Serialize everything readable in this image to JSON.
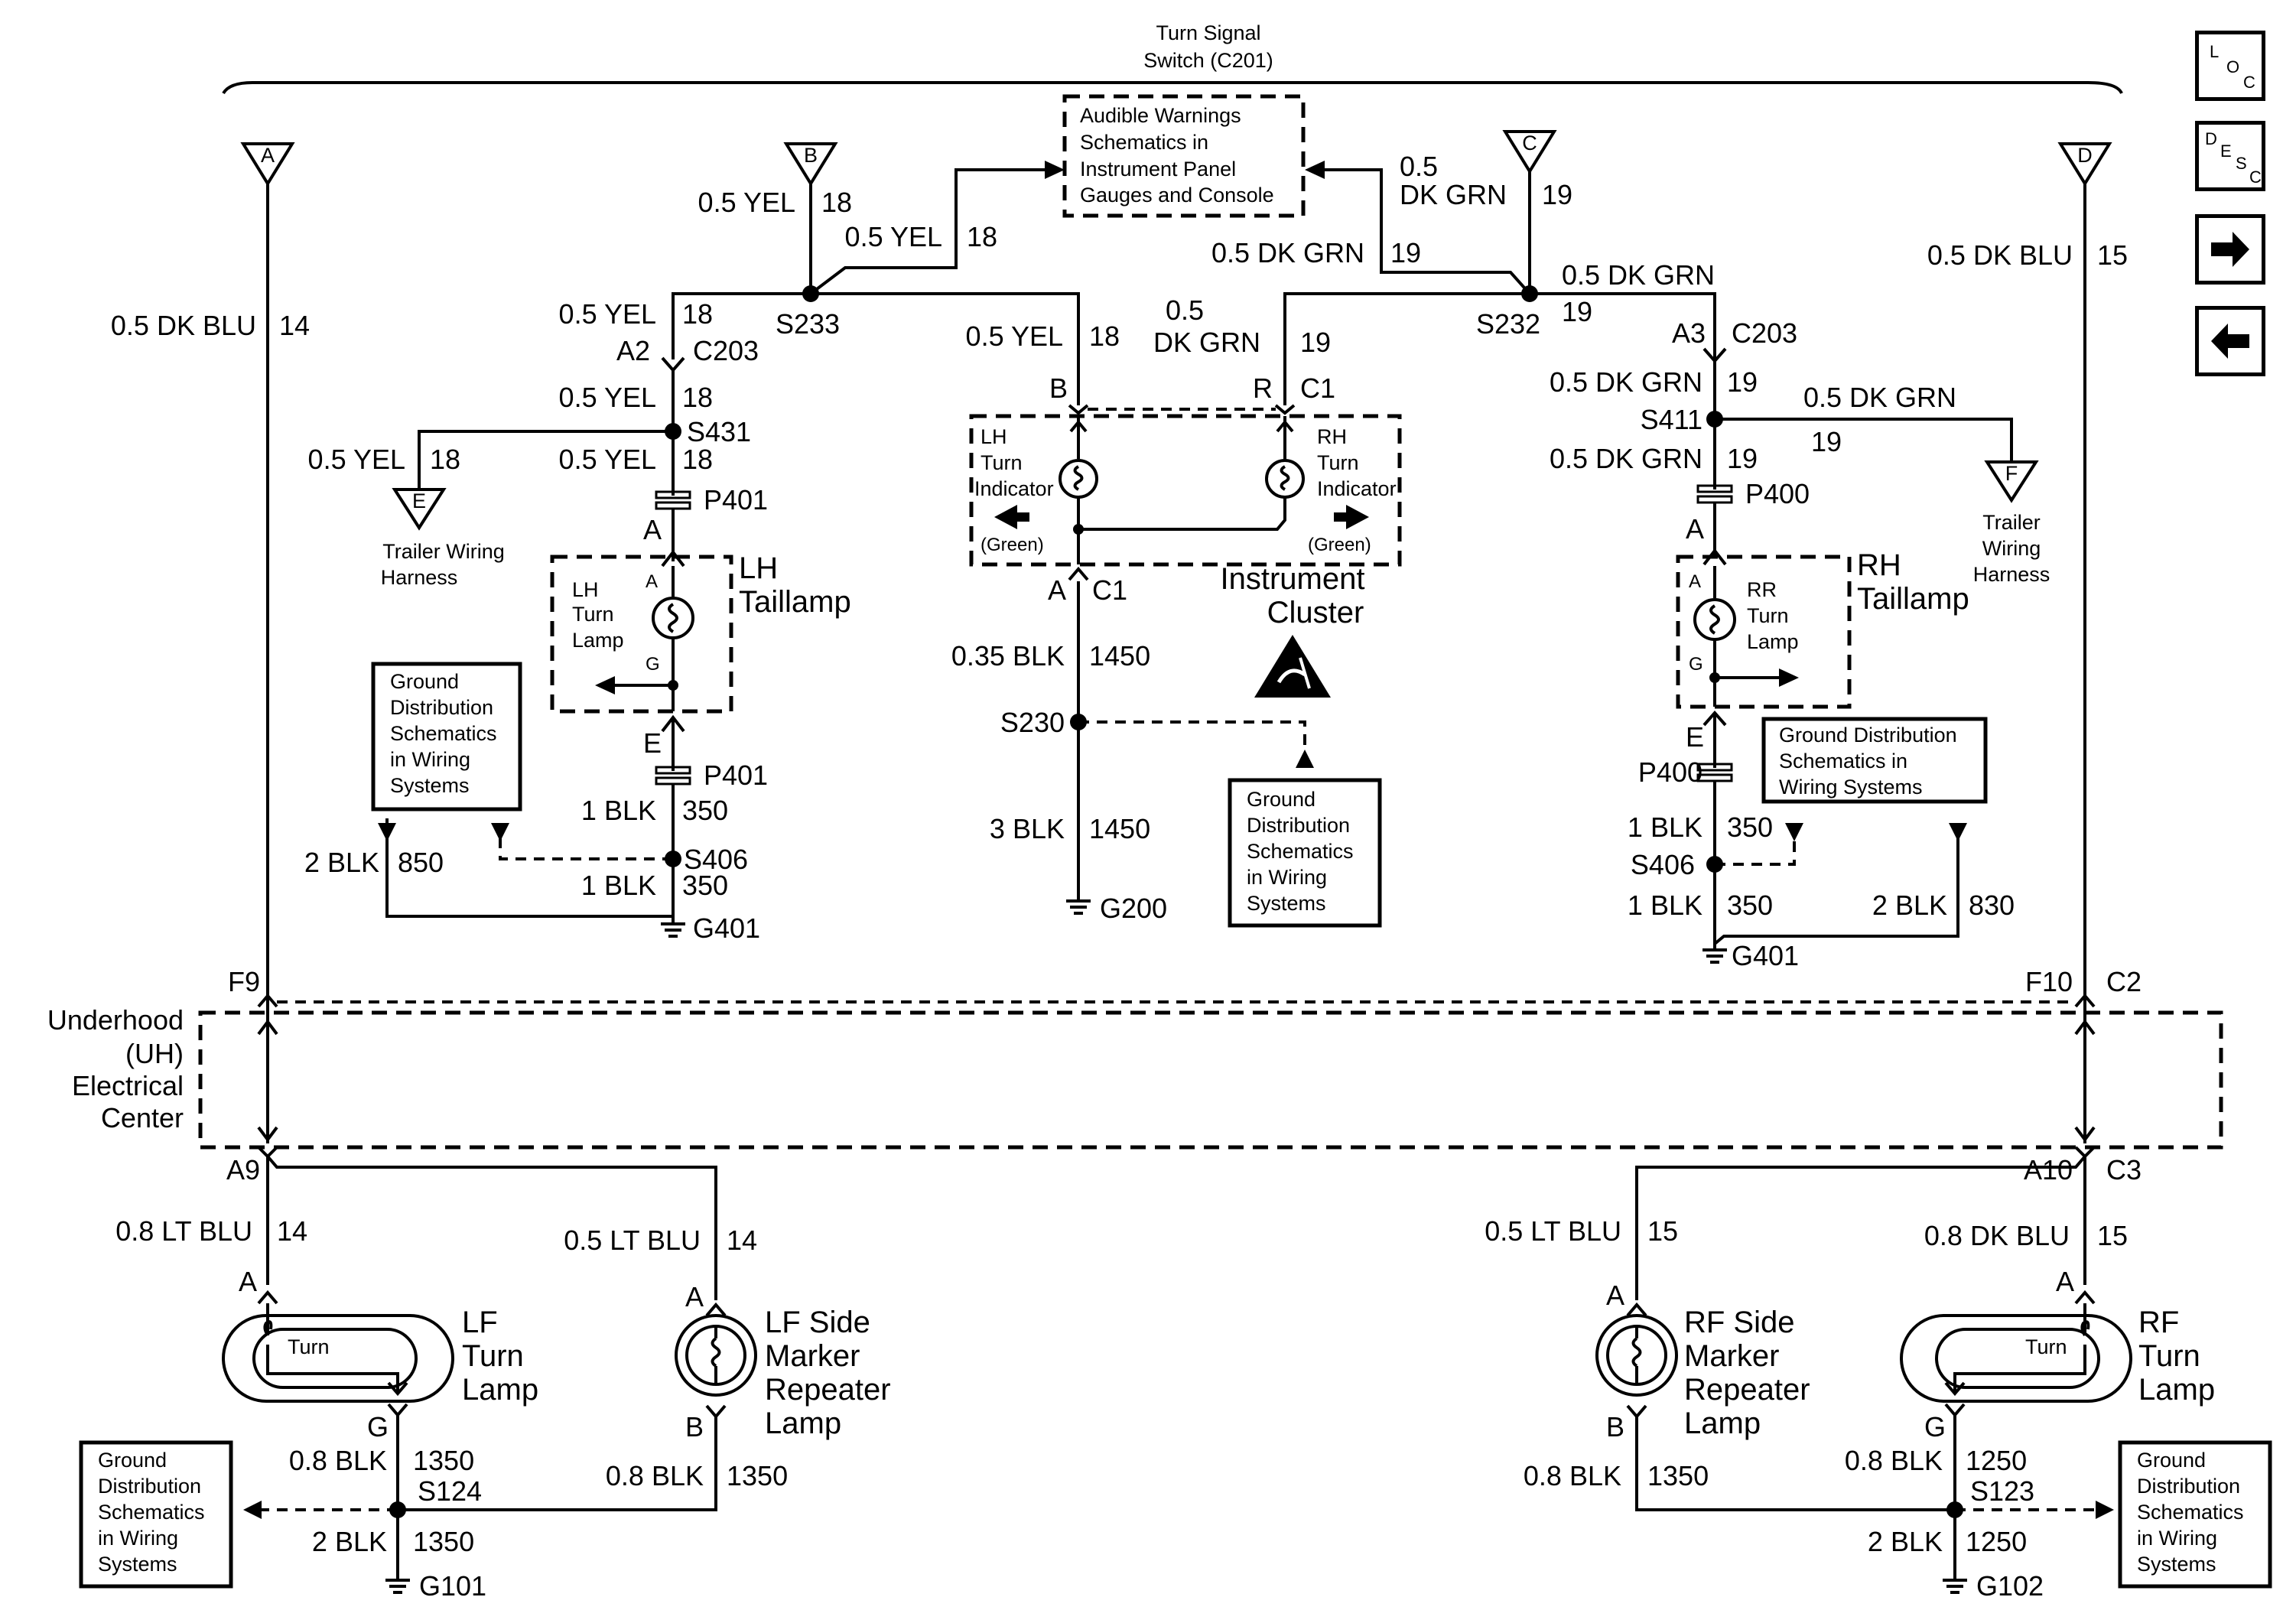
{
  "nav": {
    "loc": [
      "L",
      "O",
      "C"
    ],
    "desc": [
      "D",
      "E",
      "S",
      "C"
    ]
  },
  "top": {
    "switch": [
      "Turn Signal",
      "Switch (C201)"
    ]
  },
  "audible_box": [
    "Audible Warnings",
    "Schematics in",
    "Instrument Panel",
    "Gauges and Console"
  ],
  "connectors": {
    "A": "A",
    "B": "B",
    "C": "C",
    "D": "D",
    "E": "E",
    "F": "F"
  },
  "wires": {
    "a_top": [
      "0.5 DK BLU",
      "14"
    ],
    "d_top": [
      "0.5 DK BLU",
      "15"
    ],
    "b_top": [
      "0.5 YEL",
      "18"
    ],
    "b_right": [
      "0.5 YEL",
      "18"
    ],
    "c_top_gauge": "DK GRN",
    "c_top_num": "19",
    "c_top_size": "0.5",
    "c_left": [
      "0.5 DK GRN",
      "19"
    ],
    "c_right": [
      "0.5 DK GRN",
      "19"
    ],
    "lh_c203": [
      "0.5 YEL",
      "18"
    ],
    "lh_below_c203": [
      "0.5 YEL",
      "18"
    ],
    "lh_trailer": [
      "0.5 YEL",
      "18"
    ],
    "lh_to_p401": [
      "0.5 YEL",
      "18"
    ],
    "ic_left": [
      "0.5 YEL",
      "18"
    ],
    "ic_right_size": "0.5",
    "ic_right_color": "DK GRN",
    "ic_right_num": "19",
    "rh_c203": [
      "0.5 DK GRN",
      "19"
    ],
    "rh_trailer": [
      "0.5 DK GRN",
      "19"
    ],
    "rh_to_p400": [
      "0.5 DK GRN",
      "19"
    ],
    "ic_ground1": [
      "0.35 BLK",
      "1450"
    ],
    "ic_ground2": [
      "3 BLK",
      "1450"
    ],
    "lh_p401_s406": [
      "1 BLK",
      "350"
    ],
    "lh_s406_g401": [
      "1 BLK",
      "350"
    ],
    "lh_850": [
      "2 BLK",
      "850"
    ],
    "rh_p400_s406": [
      "1 BLK",
      "350"
    ],
    "rh_s406_g401": [
      "1 BLK",
      "350"
    ],
    "rh_830": [
      "2 BLK",
      "830"
    ],
    "lf_turn": [
      "0.8 LT BLU",
      "14"
    ],
    "lf_side": [
      "0.5 LT BLU",
      "14"
    ],
    "rf_side": [
      "0.5 LT BLU",
      "15"
    ],
    "rf_turn": [
      "0.8 DK BLU",
      "15"
    ],
    "lf_g": [
      "0.8 BLK",
      "1350"
    ],
    "lf_b": [
      "0.8 BLK",
      "1350"
    ],
    "lf_gnd": [
      "2 BLK",
      "1350"
    ],
    "rf_b": [
      "0.8 BLK",
      "1350"
    ],
    "rf_g": [
      "0.8 BLK",
      "1250"
    ],
    "rf_gnd": [
      "2 BLK",
      "1250"
    ]
  },
  "splices": {
    "s233": "S233",
    "s232": "S232",
    "s431": "S431",
    "s411": "S411",
    "s230": "S230",
    "s406": "S406",
    "s124": "S124",
    "s123": "S123"
  },
  "conn_labels": {
    "a2": "A2",
    "c203": "C203",
    "a3": "A3",
    "p401": "P401",
    "p400": "P400",
    "b": "B",
    "r": "R",
    "c1": "C1",
    "a": "A",
    "e": "E",
    "g": "G",
    "f9": "F9",
    "f10": "F10",
    "c2": "C2",
    "a9": "A9",
    "a10": "A10",
    "c3": "C3"
  },
  "grounds": {
    "g401": "G401",
    "g200": "G200",
    "g101": "G101",
    "g102": "G102"
  },
  "trailer": [
    "Trailer Wiring",
    "Harness"
  ],
  "trailer_r": [
    "Trailer",
    "Wiring",
    "Harness"
  ],
  "instrument_cluster": {
    "title": [
      "Instrument",
      "Cluster"
    ],
    "lh": [
      "LH",
      "Turn",
      "Indicator"
    ],
    "rh": [
      "RH",
      "Turn",
      "Indicator"
    ],
    "green": "(Green)"
  },
  "lh_taillamp": {
    "title": [
      "LH",
      "Taillamp"
    ],
    "lamp": [
      "LH",
      "Turn",
      "Lamp"
    ]
  },
  "rh_taillamp": {
    "title": [
      "RH",
      "Taillamp"
    ],
    "lamp": [
      "RR",
      "Turn",
      "Lamp"
    ]
  },
  "ground_dist_lh": [
    "Ground",
    "Distribution",
    "Schematics",
    "in Wiring",
    "Systems"
  ],
  "ground_dist_ic": [
    "Ground",
    "Distribution",
    "Schematics",
    "in Wiring",
    "Systems"
  ],
  "ground_dist_rh": [
    "Ground Distribution",
    "Schematics in",
    "Wiring Systems"
  ],
  "ground_dist_lf": [
    "Ground",
    "Distribution",
    "Schematics",
    "in Wiring",
    "Systems"
  ],
  "ground_dist_rf": [
    "Ground",
    "Distribution",
    "Schematics",
    "in Wiring",
    "Systems"
  ],
  "uh_center": [
    "Underhood",
    "(UH)",
    "Electrical",
    "Center"
  ],
  "lf_turn_lamp": {
    "label": "Turn",
    "title": [
      "LF",
      "Turn",
      "Lamp"
    ]
  },
  "rf_turn_lamp": {
    "label": "Turn",
    "title": [
      "RF",
      "Turn",
      "Lamp"
    ]
  },
  "lf_side_lamp": [
    "LF Side",
    "Marker",
    "Repeater",
    "Lamp"
  ],
  "rf_side_lamp": [
    "RF Side",
    "Marker",
    "Repeater",
    "Lamp"
  ]
}
